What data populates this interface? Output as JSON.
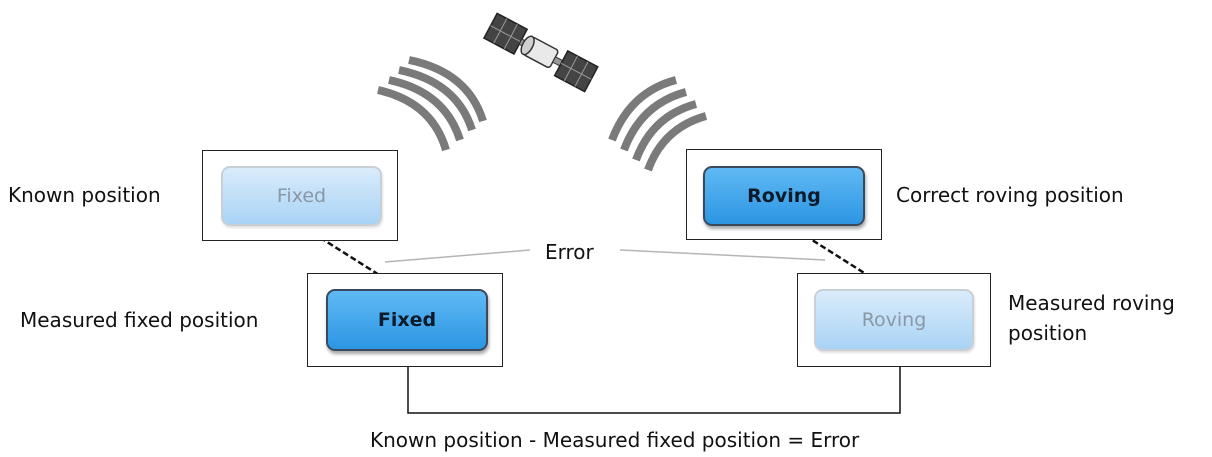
{
  "satellite": {
    "icon": "satellite-icon",
    "signal_icon": "signal-waves-icon"
  },
  "boxes": {
    "known_fixed": {
      "label": "Fixed",
      "style": "light"
    },
    "measured_fixed": {
      "label": "Fixed",
      "style": "dark"
    },
    "correct_roving": {
      "label": "Roving",
      "style": "dark"
    },
    "measured_roving": {
      "label": "Roving",
      "style": "light"
    }
  },
  "labels": {
    "known_position": "Known position",
    "measured_fixed_position": "Measured fixed position",
    "correct_roving_position": "Correct roving position",
    "measured_roving_position_line1": "Measured roving",
    "measured_roving_position_line2": "position",
    "error": "Error",
    "equation": "Known position - Measured fixed position = Error"
  },
  "colors": {
    "dark_chip": "#2c96e3",
    "light_chip": "#a9d3f5",
    "signal_waves": "#7a7a7a",
    "frame": "#222222"
  }
}
